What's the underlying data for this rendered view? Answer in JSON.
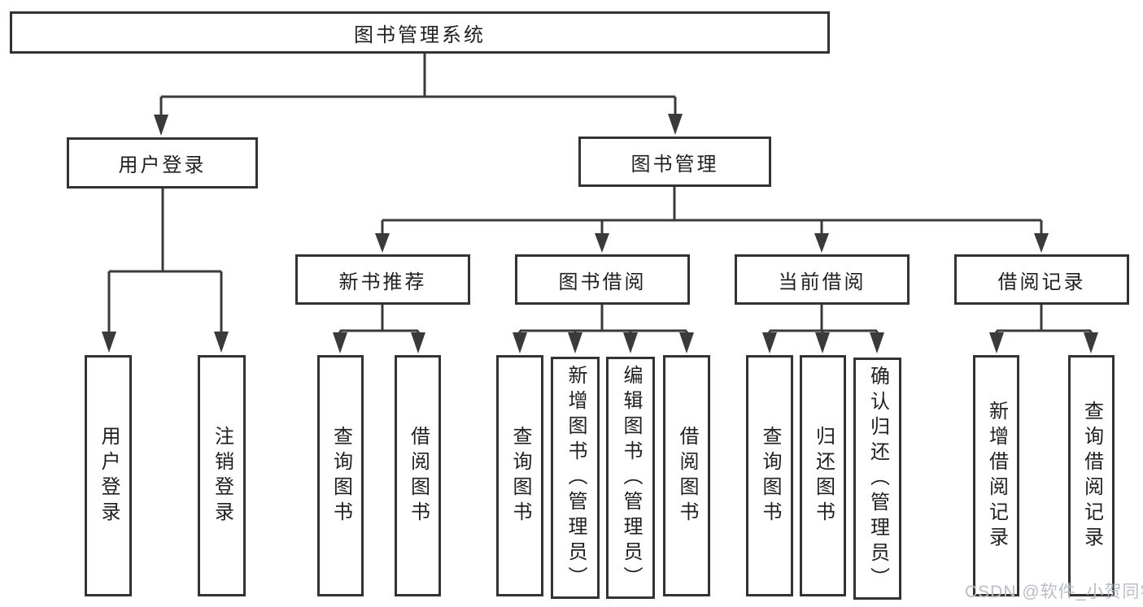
{
  "diagram": {
    "root_label": "图书管理系统",
    "level2": {
      "user_login": "用户登录",
      "book_management": "图书管理"
    },
    "level3": {
      "new_book_recommend": "新书推荐",
      "book_borrow": "图书借阅",
      "current_borrow": "当前借阅",
      "borrow_records": "借阅记录"
    },
    "leaves": {
      "user_login": [
        "用户登录",
        "注销登录"
      ],
      "new_book_recommend": [
        "查询图书",
        "借阅图书"
      ],
      "book_borrow": [
        "查询图书",
        "新增图书（管理员）",
        "编辑图书（管理员）",
        "借阅图书"
      ],
      "current_borrow": [
        "查询图书",
        "归还图书",
        "确认归还（管理员）"
      ],
      "borrow_records": [
        "新增借阅记录",
        "查询借阅记录"
      ]
    }
  },
  "watermark": {
    "text": "CSDN @软件_小贺同学"
  },
  "colors": {
    "line": "#3a3a3a",
    "border": "#333333",
    "text": "#1f1f1f",
    "watermark": "#b9bdc4",
    "background": "#ffffff"
  }
}
